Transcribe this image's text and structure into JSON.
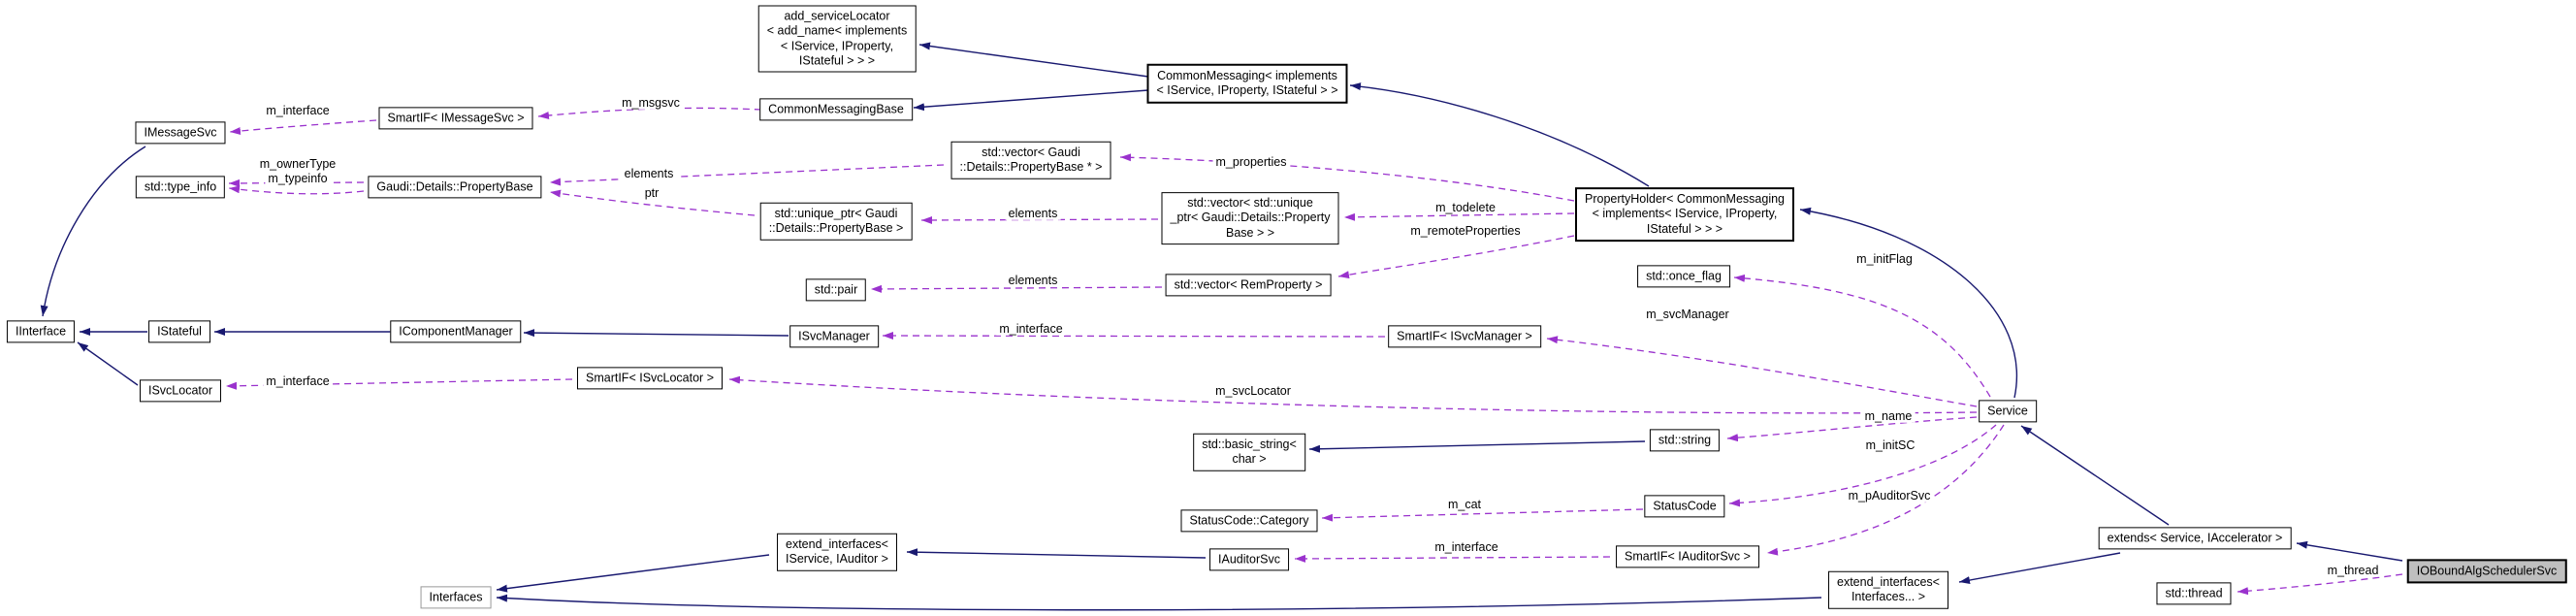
{
  "colors": {
    "edge_inheritance": "#191970",
    "edge_usage": "#9a32cd",
    "node_border": "#000000",
    "node_bg": "#ffffff",
    "current_node_bg": "#bfbfbf",
    "muted_border": "#999999",
    "text": "#000000",
    "canvas_bg": "#ffffff"
  },
  "nodes": {
    "add_servicelocator": {
      "label": "add_serviceLocator\n< add_name< implements\n< IService, IProperty,\nIStateful > > >"
    },
    "commonmessaging": {
      "label": "CommonMessaging< implements\n< IService, IProperty, IStateful > >"
    },
    "commonmessagingbase": {
      "label": "CommonMessagingBase"
    },
    "smartif_imessagesvc": {
      "label": "SmartIF< IMessageSvc >"
    },
    "imessagesvc": {
      "label": "IMessageSvc"
    },
    "std_type_info": {
      "label": "std::type_info"
    },
    "propertybase": {
      "label": "Gaudi::Details::PropertyBase"
    },
    "vec_propertybase_ptr": {
      "label": "std::vector< Gaudi\n::Details::PropertyBase * >"
    },
    "unique_ptr_propertybase": {
      "label": "std::unique_ptr< Gaudi\n::Details::PropertyBase >"
    },
    "vec_unique_ptr": {
      "label": "std::vector< std::unique\n_ptr< Gaudi::Details::Property\nBase > >"
    },
    "std_pair": {
      "label": "std::pair"
    },
    "vec_remproperty": {
      "label": "std::vector< RemProperty >"
    },
    "propertyholder": {
      "label": "PropertyHolder< CommonMessaging\n< implements< IService, IProperty,\nIStateful > > >"
    },
    "std_once_flag": {
      "label": "std::once_flag"
    },
    "iinterface": {
      "label": "IInterface"
    },
    "istateful": {
      "label": "IStateful"
    },
    "icomponentmanager": {
      "label": "IComponentManager"
    },
    "isvcmanager": {
      "label": "ISvcManager"
    },
    "smartif_isvcmanager": {
      "label": "SmartIF< ISvcManager >"
    },
    "isvclocator": {
      "label": "ISvcLocator"
    },
    "smartif_isvclocator": {
      "label": "SmartIF< ISvcLocator >"
    },
    "service": {
      "label": "Service"
    },
    "std_basic_string": {
      "label": "std::basic_string<\nchar >"
    },
    "std_string": {
      "label": "std::string"
    },
    "statuscode_category": {
      "label": "StatusCode::Category"
    },
    "statuscode": {
      "label": "StatusCode"
    },
    "ext_iservice_iauditor": {
      "label": "extend_interfaces<\nIService, IAuditor >"
    },
    "iauditorsvc": {
      "label": "IAuditorSvc"
    },
    "smartif_iauditorsvc": {
      "label": "SmartIF< IAuditorSvc >"
    },
    "interfaces": {
      "label": "Interfaces"
    },
    "ext_interfaces_dots": {
      "label": "extend_interfaces<\nInterfaces... >"
    },
    "extends_service_iaccelerator": {
      "label": "extends< Service, IAccelerator >"
    },
    "ioboundalgschedulersvc": {
      "label": "IOBoundAlgSchedulerSvc"
    },
    "std_thread": {
      "label": "std::thread"
    }
  },
  "edge_labels": {
    "msgsvc_interface": "m_interface",
    "m_msgsvc": "m_msgsvc",
    "m_ownertype": "m_ownerType",
    "m_typeinfo": "m_typeinfo",
    "elements_props": "elements",
    "m_properties": "m_properties",
    "ptr": "ptr",
    "elements_unique": "elements",
    "m_todelete": "m_todelete",
    "m_remoteproperties": "m_remoteProperties",
    "elements_pair": "elements",
    "m_initflag": "m_initFlag",
    "svcmgr_interface": "m_interface",
    "m_svcmanager": "m_svcManager",
    "svcloc_interface": "m_interface",
    "m_svclocator": "m_svcLocator",
    "m_name": "m_name",
    "m_initsc": "m_initSC",
    "m_cat": "m_cat",
    "m_pauditorsvc": "m_pAuditorSvc",
    "auditor_interface": "m_interface",
    "m_thread": "m_thread"
  }
}
